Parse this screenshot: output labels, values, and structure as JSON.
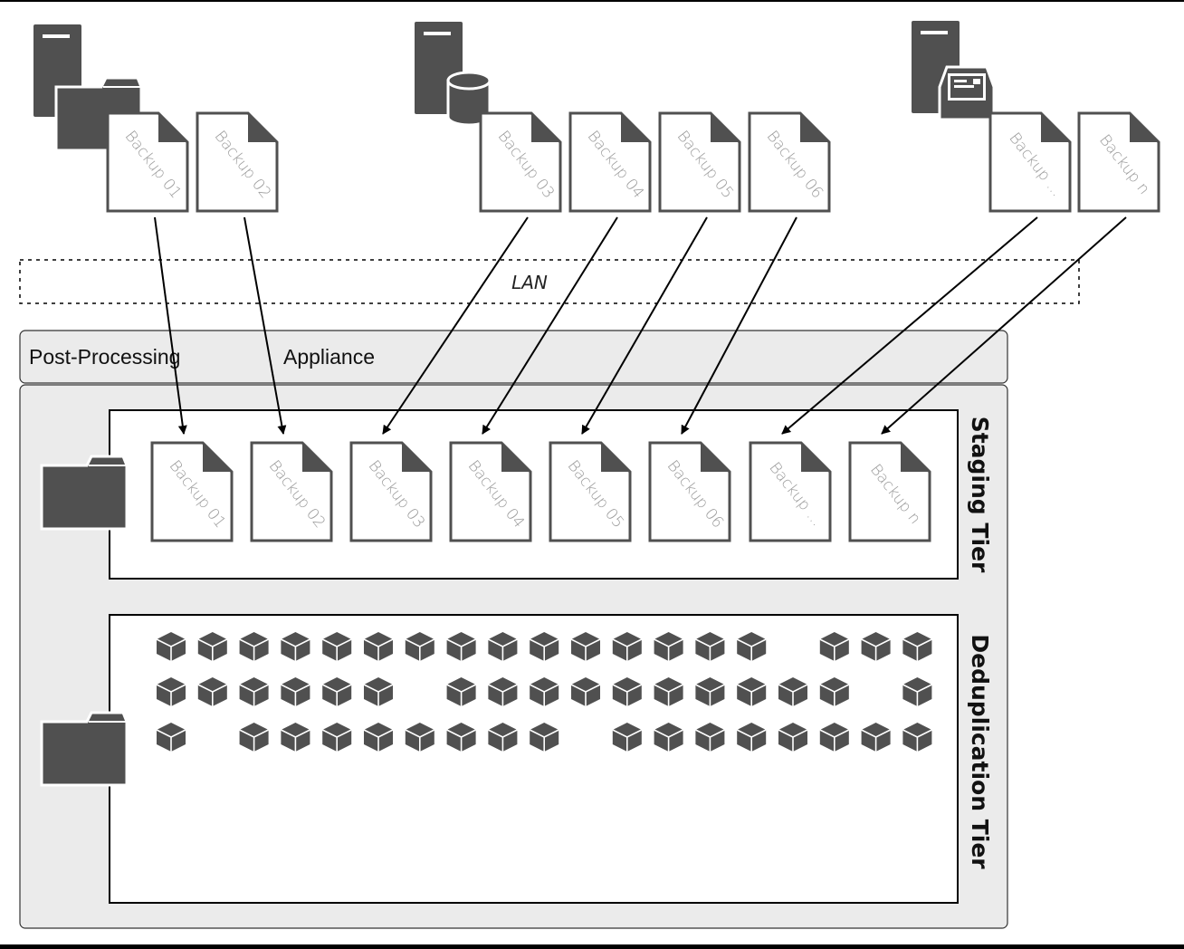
{
  "network": {
    "label": "LAN"
  },
  "appliance": {
    "title_left": "Post-Processing",
    "title_right": "Appliance"
  },
  "tiers": {
    "staging": "Staging Tier",
    "deduplication": "Deduplication Tier"
  },
  "servers": [
    {
      "icon": "file-server-icon",
      "backups": [
        "Backup 01",
        "Backup 02"
      ]
    },
    {
      "icon": "database-server-icon",
      "backups": [
        "Backup 03",
        "Backup 04",
        "Backup 05",
        "Backup 06"
      ]
    },
    {
      "icon": "mail-server-icon",
      "backups": [
        "Backup ...",
        "Backup n"
      ]
    }
  ],
  "staging_files": [
    "Backup 01",
    "Backup 02",
    "Backup 03",
    "Backup 04",
    "Backup 05",
    "Backup 06",
    "Backup ...",
    "Backup n"
  ],
  "dedup_blocks": [
    [
      1,
      1,
      1,
      1,
      1,
      1,
      1,
      1,
      1,
      1,
      1,
      1,
      1,
      1,
      1,
      0,
      1,
      1,
      1
    ],
    [
      1,
      1,
      1,
      1,
      1,
      1,
      0,
      1,
      1,
      1,
      1,
      1,
      1,
      1,
      1,
      1,
      1,
      0,
      1
    ],
    [
      1,
      0,
      1,
      1,
      1,
      1,
      1,
      1,
      1,
      1,
      0,
      1,
      1,
      1,
      1,
      1,
      1,
      1,
      1
    ]
  ],
  "colors": {
    "icon": "#505050",
    "panel": "#ebebeb",
    "line": "#000000",
    "doc_text": "#9a9a9a"
  }
}
